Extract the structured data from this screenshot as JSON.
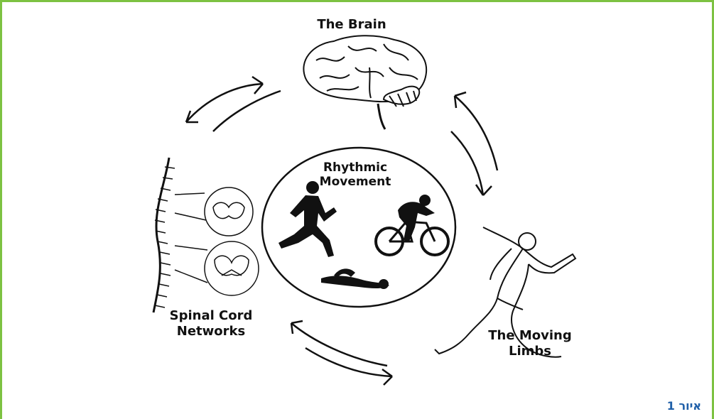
{
  "labels": {
    "brain": "The Brain",
    "rhythmic_line1": "Rhythmic",
    "rhythmic_line2": "Movement",
    "spinal_line1": "Spinal Cord",
    "spinal_line2": "Networks",
    "limbs_line1": "The Moving",
    "limbs_line2": "Limbs"
  },
  "caption": "איור 1",
  "colors": {
    "frame": "#7dc242",
    "caption": "#1f5fa8",
    "ink": "#111111"
  }
}
